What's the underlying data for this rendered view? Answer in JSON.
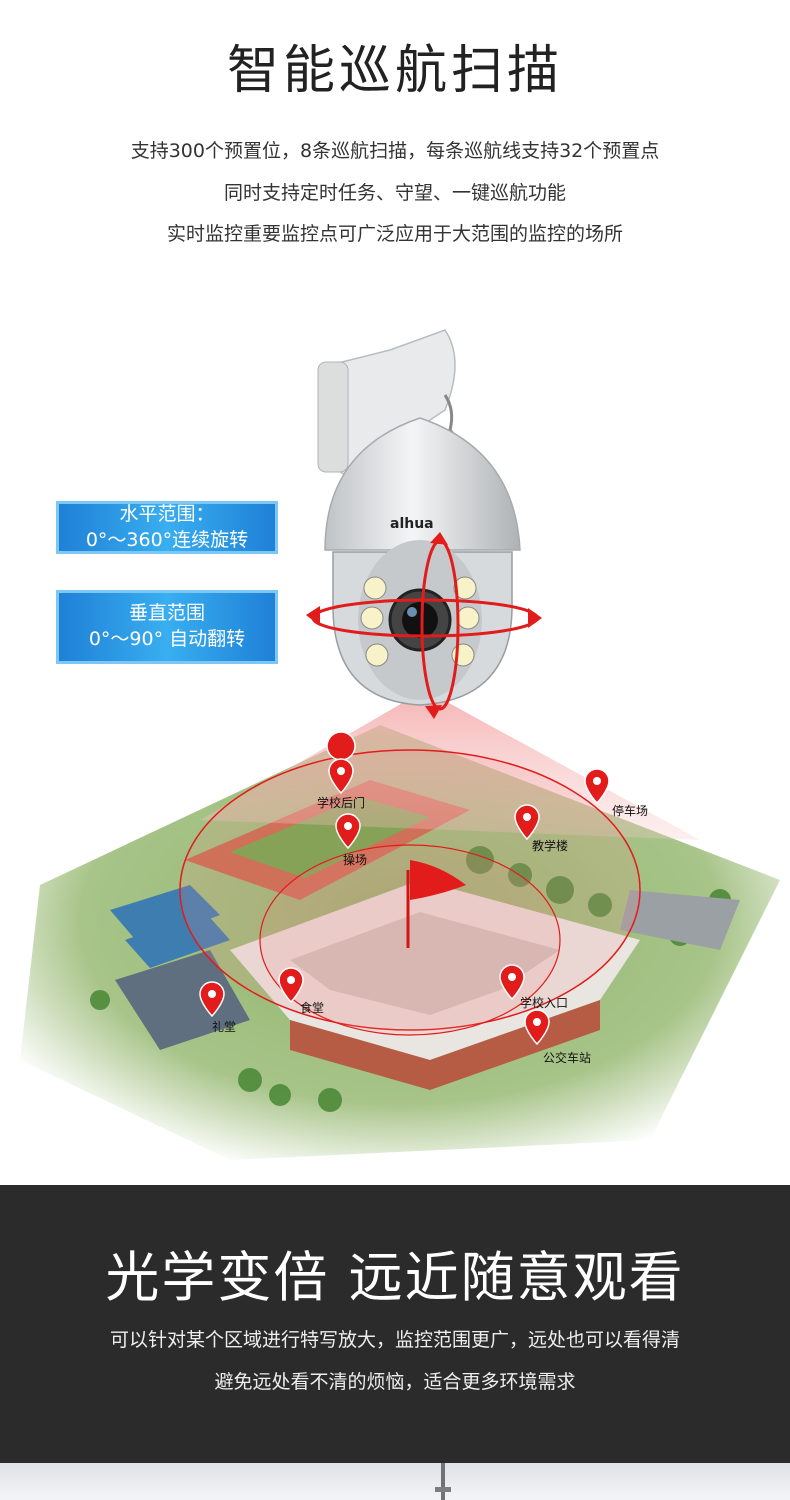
{
  "section1": {
    "title": "智能巡航扫描",
    "lines": [
      "支持300个预置位，8条巡航扫描，每条巡航线支持32个预置点",
      "同时支持定时任务、守望、一键巡航功能",
      "实时监控重要监控点可广泛应用于大范围的监控的场所"
    ],
    "badge_horizontal": {
      "line1": "水平范围：",
      "line2": "0°～360°连续旋转"
    },
    "badge_vertical": {
      "line1": "垂直范围",
      "line2": "0°～90° 自动翻转"
    },
    "camera_brand": "alhua",
    "locations": [
      "学校后门",
      "操场",
      "教学楼",
      "停车场",
      "食堂",
      "礼堂",
      "学校入口",
      "公交车站"
    ]
  },
  "section2": {
    "title": "光学变倍 远近随意观看",
    "lines": [
      "可以针对某个区域进行特写放大，监控范围更广，远处也可以看得清",
      "避免远处看不清的烦恼，适合更多环境需求"
    ]
  },
  "colors": {
    "accent_red": "#e21b1b",
    "badge_blue": "#2b96e4",
    "dark_band": "#2b2b2b"
  }
}
